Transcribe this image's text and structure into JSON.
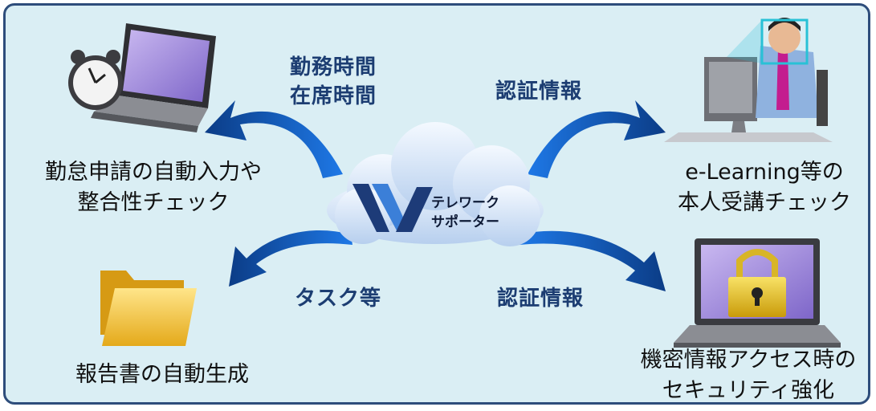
{
  "colors": {
    "background": "#daeef4",
    "border": "#2e4d7b",
    "arrow": "#1f6fd6",
    "label_text": "#1c3d72",
    "caption_text": "#111111",
    "cloud": "#c9dcf2"
  },
  "center": {
    "brand_line1": "テレワーク",
    "brand_line2": "サポーター",
    "logo_icon": "w-logo-icon"
  },
  "labels": {
    "top_left_line1": "勤務時間",
    "top_left_line2": "在席時間",
    "top_right": "認証情報",
    "bottom_left": "タスク等",
    "bottom_right": "認証情報"
  },
  "captions": {
    "top_left_line1": "勤怠申請の自動入力や",
    "top_left_line2": "整合性チェック",
    "top_right_line1": "e-Learning等の",
    "top_right_line2": "本人受講チェック",
    "bottom_left": "報告書の自動生成",
    "bottom_right_line1": "機密情報アクセス時の",
    "bottom_right_line2": "セキュリティ強化"
  },
  "icons": {
    "top_left": "laptop-clock-icon",
    "top_right": "person-face-recognition-icon",
    "bottom_left": "folder-icon",
    "bottom_right": "laptop-lock-icon"
  }
}
